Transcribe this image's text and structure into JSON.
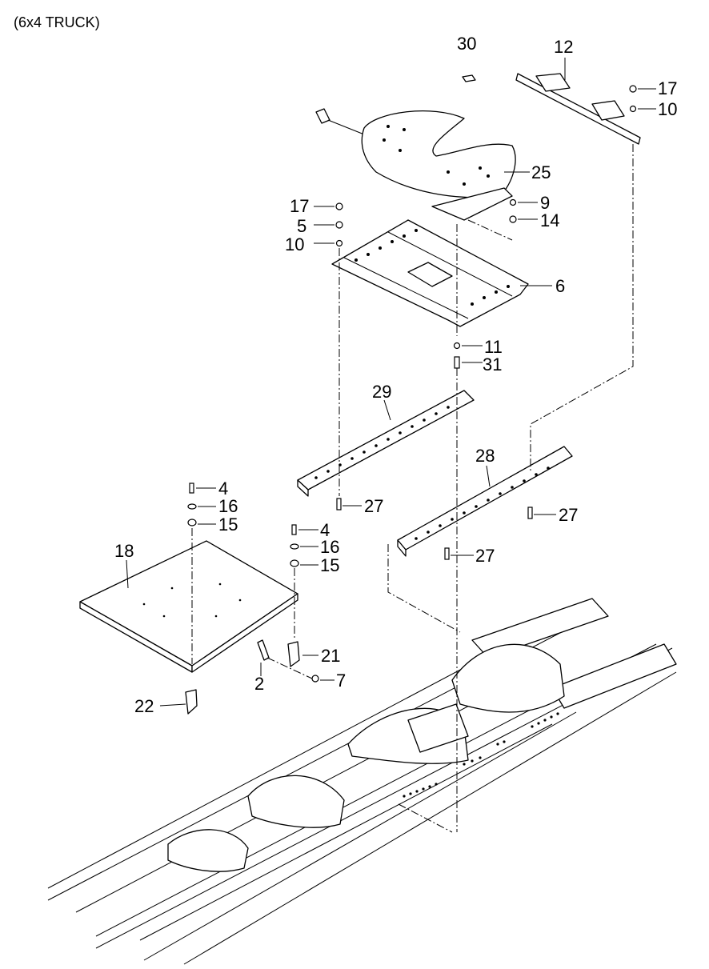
{
  "title": "(6x4 TRUCK)",
  "callouts": {
    "c30": "30",
    "c12": "12",
    "c17a": "17",
    "c10a": "10",
    "c25": "25",
    "c17b": "17",
    "c9": "9",
    "c5": "5",
    "c14": "14",
    "c10b": "10",
    "c6": "6",
    "c11": "11",
    "c31": "31",
    "c29": "29",
    "c28": "28",
    "c4a": "4",
    "c16a": "16",
    "c15a": "15",
    "c27a": "27",
    "c27b": "27",
    "c27c": "27",
    "c4b": "4",
    "c16b": "16",
    "c15b": "15",
    "c18": "18",
    "c21": "21",
    "c2": "2",
    "c7": "7",
    "c22": "22"
  }
}
